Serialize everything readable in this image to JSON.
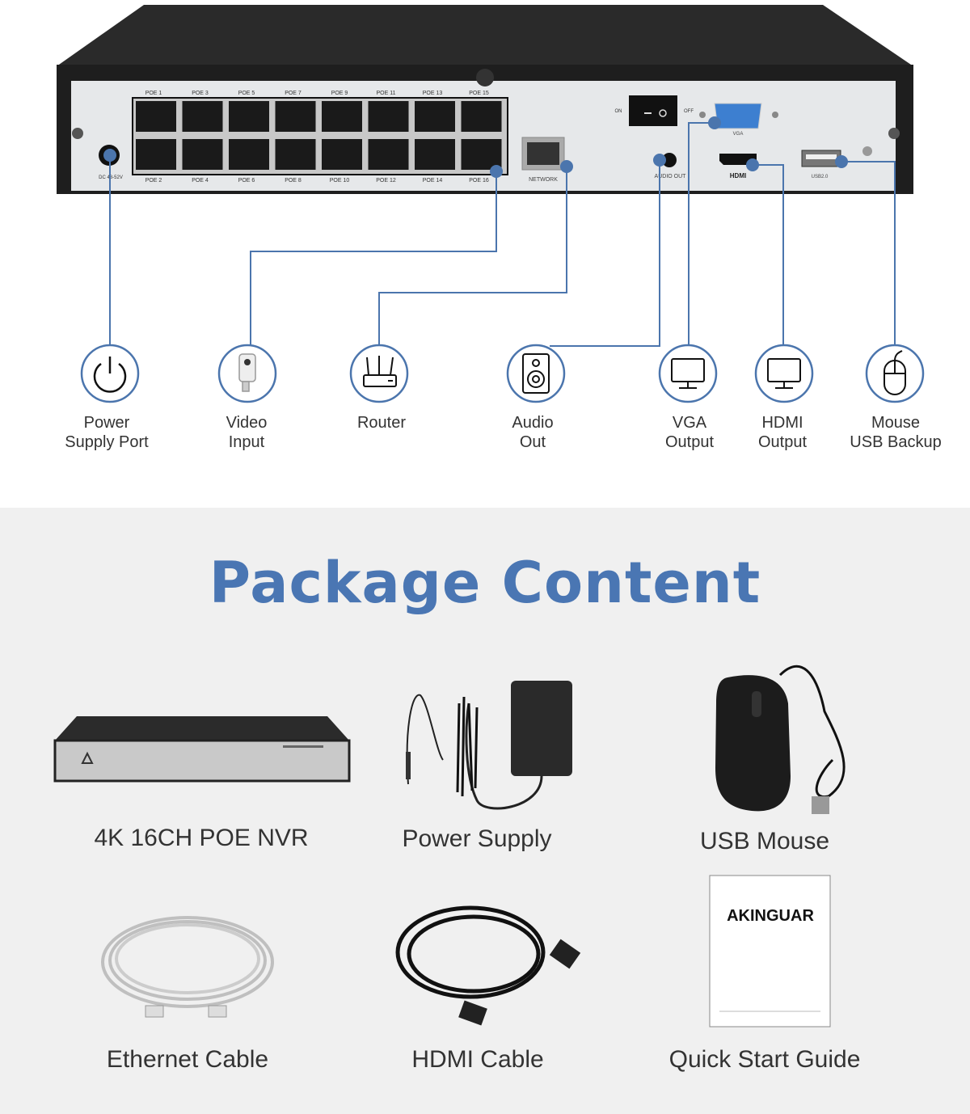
{
  "device_rear": {
    "poe_top": [
      "POE 1",
      "POE 3",
      "POE 5",
      "POE 7",
      "POE 9",
      "POE 11",
      "POE 13",
      "POE 15"
    ],
    "poe_bottom": [
      "POE 2",
      "POE 4",
      "POE 6",
      "POE 8",
      "POE 10",
      "POE 12",
      "POE 14",
      "POE 16"
    ],
    "dc_label": "DC 48-52V",
    "network_label": "NETWORK",
    "on_label": "ON",
    "off_label": "OFF",
    "vga_label": "VGA",
    "audio_label": "AUDIO OUT",
    "hdmi_label": "HDMI",
    "usb_label": "USB2.0"
  },
  "connectors": [
    {
      "icon": "power-icon",
      "line1": "Power",
      "line2": "Supply Port"
    },
    {
      "icon": "camera-icon",
      "line1": "Video",
      "line2": "Input"
    },
    {
      "icon": "router-icon",
      "line1": "Router",
      "line2": ""
    },
    {
      "icon": "speaker-icon",
      "line1": "Audio",
      "line2": "Out"
    },
    {
      "icon": "monitor-icon",
      "line1": "VGA",
      "line2": "Output"
    },
    {
      "icon": "monitor-icon",
      "line1": "HDMI",
      "line2": "Output"
    },
    {
      "icon": "mouse-icon",
      "line1": "Mouse",
      "line2": "USB Backup"
    }
  ],
  "package": {
    "title": "Package Content",
    "items": [
      "4K 16CH POE NVR",
      "Power Supply",
      "USB Mouse",
      "Ethernet Cable",
      "HDMI Cable",
      "Quick Start Guide"
    ],
    "guide_brand": "AKINGUAR"
  },
  "colors": {
    "accent": "#4a76b3",
    "line": "#4b75ad",
    "background_bottom": "#f0f0f0"
  }
}
